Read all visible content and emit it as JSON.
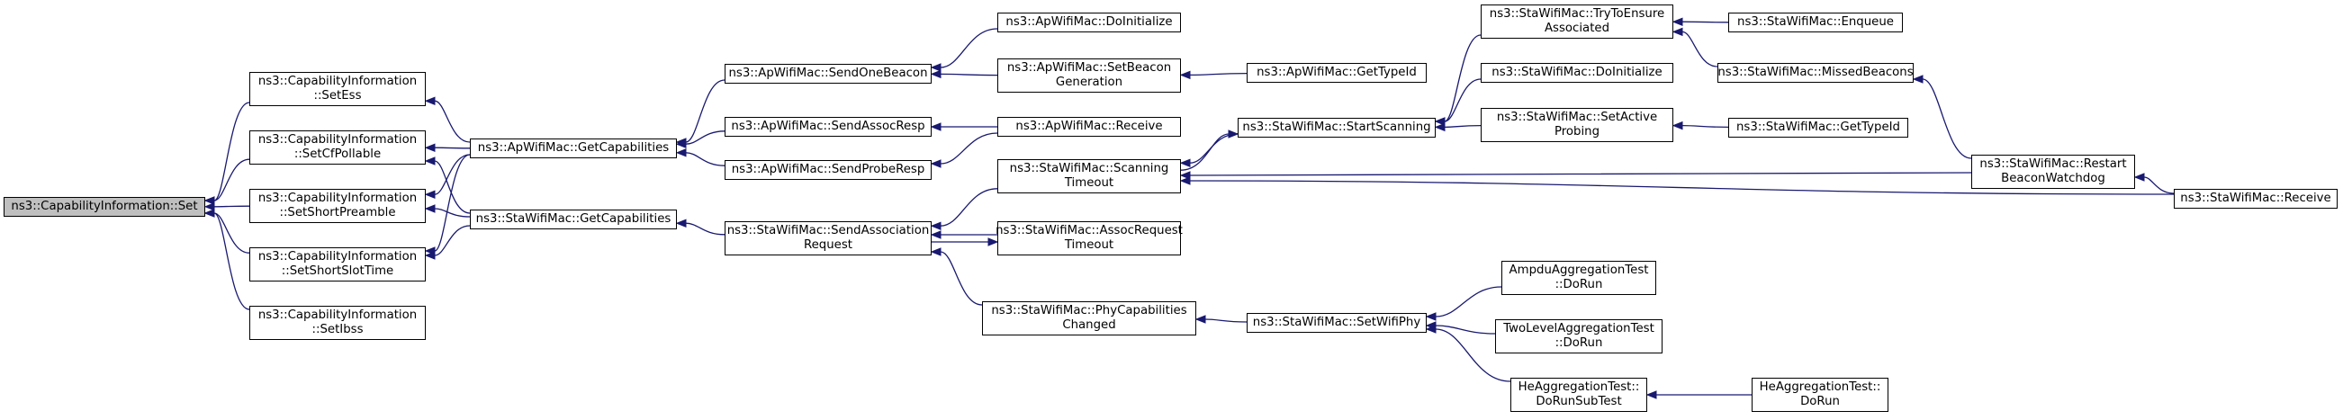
{
  "colors": {
    "edge": "#191970",
    "root_fill": "#bfbfbf",
    "node_fill": "#ffffff",
    "border": "#000000"
  },
  "nodes": [
    {
      "id": "n0",
      "lines": [
        "ns3::CapabilityInformation::Set"
      ],
      "root": true
    },
    {
      "id": "n1",
      "lines": [
        "ns3::CapabilityInformation",
        "::SetEss"
      ]
    },
    {
      "id": "n2",
      "lines": [
        "ns3::CapabilityInformation",
        "::SetCfPollable"
      ]
    },
    {
      "id": "n3",
      "lines": [
        "ns3::CapabilityInformation",
        "::SetShortPreamble"
      ]
    },
    {
      "id": "n4",
      "lines": [
        "ns3::CapabilityInformation",
        "::SetShortSlotTime"
      ]
    },
    {
      "id": "n5",
      "lines": [
        "ns3::CapabilityInformation",
        "::SetIbss"
      ]
    },
    {
      "id": "n6",
      "lines": [
        "ns3::ApWifiMac::GetCapabilities"
      ]
    },
    {
      "id": "n7",
      "lines": [
        "ns3::StaWifiMac::GetCapabilities"
      ]
    },
    {
      "id": "n8",
      "lines": [
        "ns3::ApWifiMac::SendOneBeacon"
      ]
    },
    {
      "id": "n9",
      "lines": [
        "ns3::ApWifiMac::SendAssocResp"
      ]
    },
    {
      "id": "n10",
      "lines": [
        "ns3::ApWifiMac::SendProbeResp"
      ]
    },
    {
      "id": "n11",
      "lines": [
        "ns3::StaWifiMac::SendAssociation",
        "Request"
      ]
    },
    {
      "id": "n12",
      "lines": [
        "ns3::ApWifiMac::DoInitialize"
      ]
    },
    {
      "id": "n13",
      "lines": [
        "ns3::ApWifiMac::SetBeacon",
        "Generation"
      ]
    },
    {
      "id": "n14",
      "lines": [
        "ns3::ApWifiMac::Receive"
      ]
    },
    {
      "id": "n15",
      "lines": [
        "ns3::StaWifiMac::Scanning",
        "Timeout"
      ]
    },
    {
      "id": "n16",
      "lines": [
        "ns3::StaWifiMac::AssocRequest",
        "Timeout"
      ]
    },
    {
      "id": "n17",
      "lines": [
        "ns3::StaWifiMac::PhyCapabilities",
        "Changed"
      ]
    },
    {
      "id": "n18",
      "lines": [
        "ns3::ApWifiMac::GetTypeId"
      ]
    },
    {
      "id": "n19",
      "lines": [
        "ns3::StaWifiMac::StartScanning"
      ]
    },
    {
      "id": "n20",
      "lines": [
        "ns3::StaWifiMac::SetWifiPhy"
      ]
    },
    {
      "id": "n21",
      "lines": [
        "ns3::StaWifiMac::TryToEnsure",
        "Associated"
      ]
    },
    {
      "id": "n22",
      "lines": [
        "ns3::StaWifiMac::DoInitialize"
      ]
    },
    {
      "id": "n23",
      "lines": [
        "ns3::StaWifiMac::SetActive",
        "Probing"
      ]
    },
    {
      "id": "n24",
      "lines": [
        "ns3::StaWifiMac::MissedBeacons"
      ]
    },
    {
      "id": "n25",
      "lines": [
        "ns3::StaWifiMac::Enqueue"
      ]
    },
    {
      "id": "n26",
      "lines": [
        "ns3::StaWifiMac::GetTypeId"
      ]
    },
    {
      "id": "n27",
      "lines": [
        "ns3::StaWifiMac::Restart",
        "BeaconWatchdog"
      ]
    },
    {
      "id": "n28",
      "lines": [
        "ns3::StaWifiMac::Receive"
      ]
    },
    {
      "id": "n29",
      "lines": [
        "AmpduAggregationTest",
        "::DoRun"
      ]
    },
    {
      "id": "n30",
      "lines": [
        "TwoLevelAggregationTest",
        "::DoRun"
      ]
    },
    {
      "id": "n31",
      "lines": [
        "HeAggregationTest::",
        "DoRunSubTest"
      ]
    },
    {
      "id": "n32",
      "lines": [
        "HeAggregationTest::",
        "DoRun"
      ]
    }
  ],
  "edges": [
    [
      "n1",
      "n0"
    ],
    [
      "n2",
      "n0"
    ],
    [
      "n3",
      "n0"
    ],
    [
      "n4",
      "n0"
    ],
    [
      "n5",
      "n0"
    ],
    [
      "n6",
      "n1"
    ],
    [
      "n6",
      "n2"
    ],
    [
      "n6",
      "n3"
    ],
    [
      "n6",
      "n4"
    ],
    [
      "n7",
      "n2"
    ],
    [
      "n7",
      "n3"
    ],
    [
      "n7",
      "n4"
    ],
    [
      "n8",
      "n6"
    ],
    [
      "n9",
      "n6"
    ],
    [
      "n10",
      "n6"
    ],
    [
      "n11",
      "n7"
    ],
    [
      "n12",
      "n8"
    ],
    [
      "n13",
      "n8"
    ],
    [
      "n14",
      "n9"
    ],
    [
      "n14",
      "n10"
    ],
    [
      "n15",
      "n11"
    ],
    [
      "n16",
      "n11"
    ],
    [
      "n17",
      "n11"
    ],
    [
      "n11",
      "n16"
    ],
    [
      "n18",
      "n13"
    ],
    [
      "n19",
      "n15"
    ],
    [
      "n15",
      "n19"
    ],
    [
      "n27",
      "n15"
    ],
    [
      "n28",
      "n15"
    ],
    [
      "n20",
      "n17"
    ],
    [
      "n21",
      "n19"
    ],
    [
      "n22",
      "n19"
    ],
    [
      "n23",
      "n19"
    ],
    [
      "n25",
      "n21"
    ],
    [
      "n24",
      "n21"
    ],
    [
      "n26",
      "n23"
    ],
    [
      "n27",
      "n24"
    ],
    [
      "n28",
      "n27"
    ],
    [
      "n29",
      "n20"
    ],
    [
      "n30",
      "n20"
    ],
    [
      "n31",
      "n20"
    ],
    [
      "n32",
      "n31"
    ]
  ]
}
